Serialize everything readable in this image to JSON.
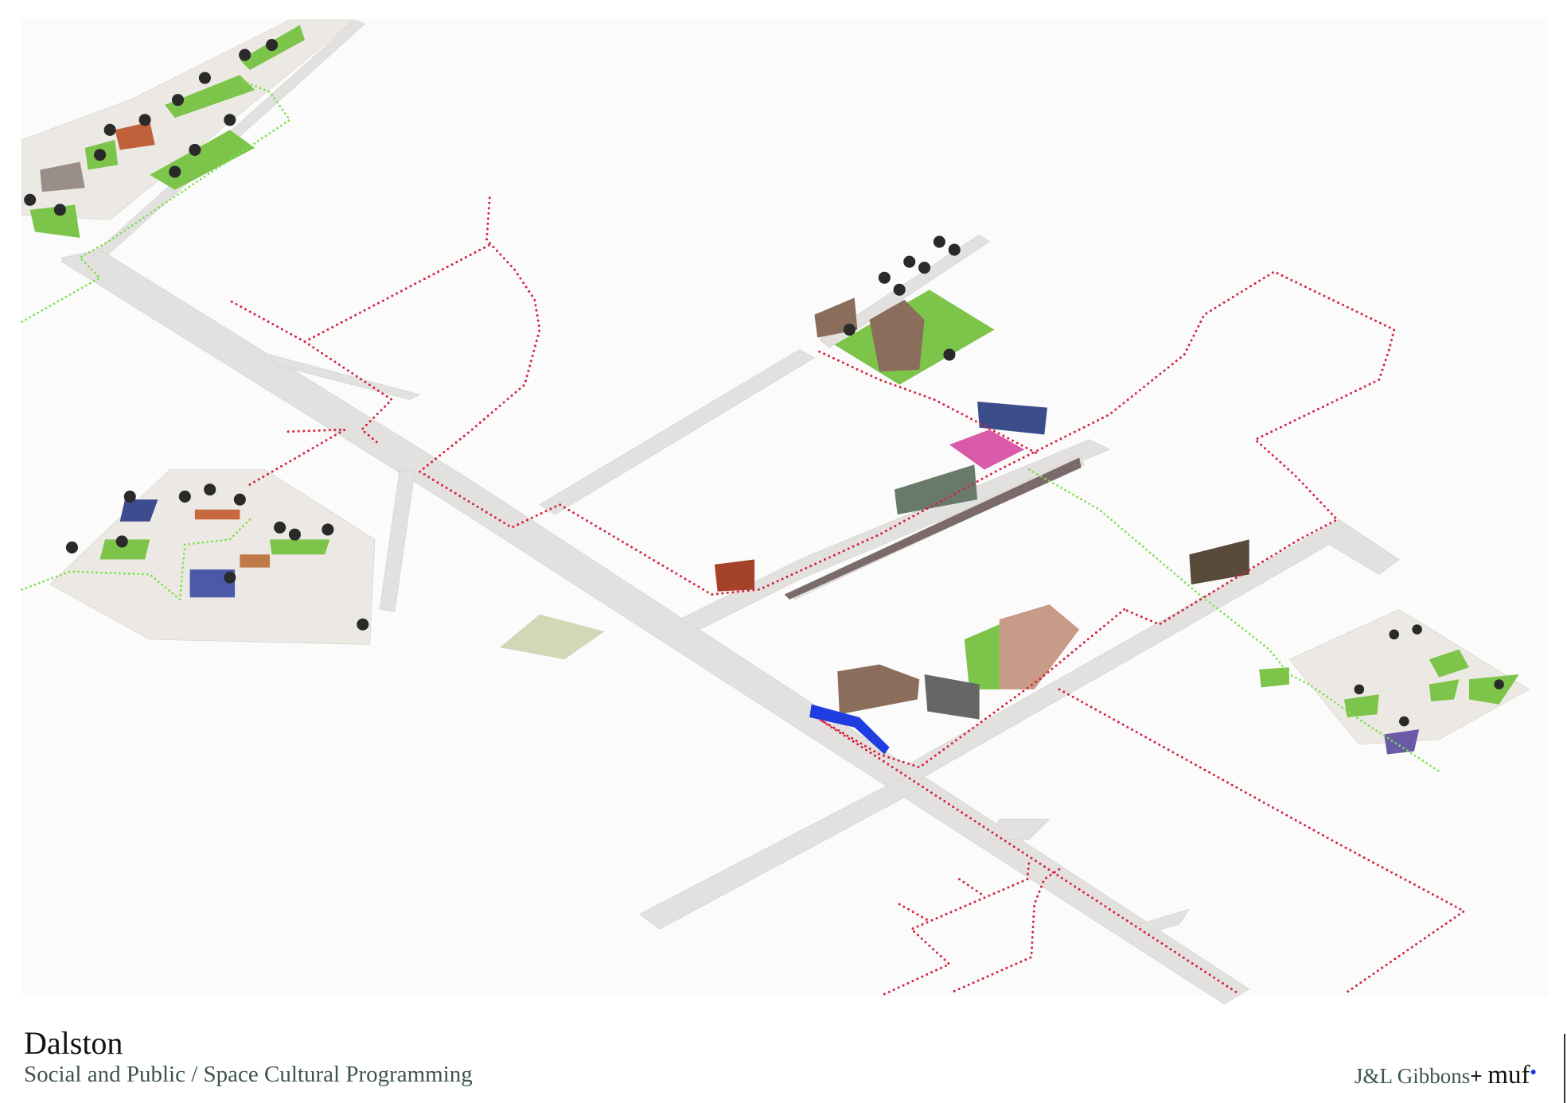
{
  "title": "Dalston",
  "subtitle": "Social and Public / Space Cultural Programming",
  "credits": {
    "partner": "J&L Gibbons",
    "plus": "+",
    "studio": "muf"
  },
  "legend_colors": {
    "cultural_route": "#d8203c",
    "green_route": "#7be04a",
    "streets": "#e3e1df"
  }
}
